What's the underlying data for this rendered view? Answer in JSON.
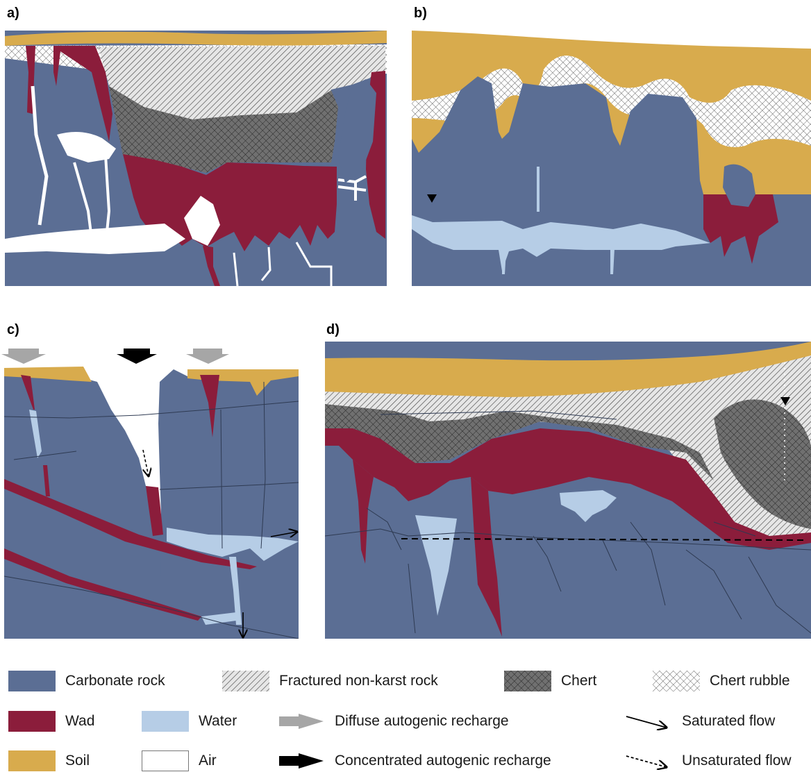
{
  "panels": {
    "a": {
      "label": "a)"
    },
    "b": {
      "label": "b)"
    },
    "c": {
      "label": "c)"
    },
    "d": {
      "label": "d)"
    }
  },
  "legend": {
    "carbonate_rock": "Carbonate rock",
    "fractured_non_karst_rock": "Fractured non-karst rock",
    "chert": "Chert",
    "chert_rubble": "Chert rubble",
    "wad": "Wad",
    "water": "Water",
    "diffuse_autogenic_recharge": "Diffuse autogenic recharge",
    "saturated_flow": "Saturated flow",
    "soil": "Soil",
    "air": "Air",
    "concentrated_autogenic_recharge": "Concentrated autogenic recharge",
    "unsaturated_flow": "Unsaturated flow"
  },
  "colors": {
    "carbonate_rock": "#5b6e94",
    "wad": "#8b1d3b",
    "water": "#b6cde6",
    "soil": "#d8ab4d",
    "air": "#ffffff",
    "chert": "#6c6c6c",
    "recharge_diffuse": "#a6a6a6",
    "recharge_concentrated": "#000000"
  }
}
